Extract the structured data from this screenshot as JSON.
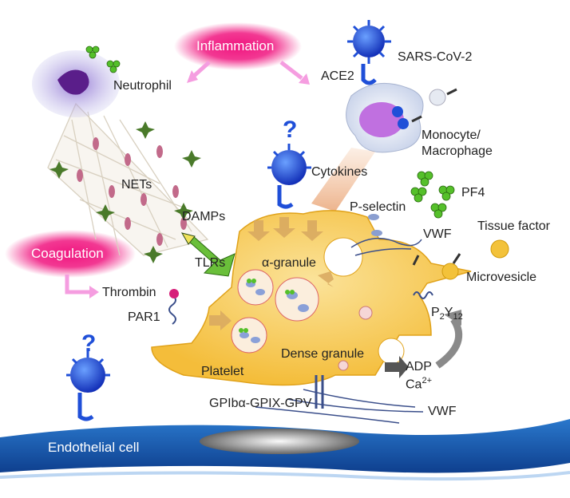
{
  "labels": {
    "inflammation": "Inflammation",
    "coagulation": "Coagulation",
    "sars_cov_2": "SARS-CoV-2",
    "ace2": "ACE2",
    "neutrophil": "Neutrophil",
    "monocyte_line1": "Monocyte/",
    "monocyte_line2": "Macrophage",
    "nets": "NETs",
    "cytokines": "Cytokines",
    "pf4": "PF4",
    "damps": "DAMPs",
    "p_selectin": "P-selectin",
    "vwf_top": "VWF",
    "tissue_factor": "Tissue factor",
    "tlrs": "TLRs",
    "alpha_granule": "α-granule",
    "microvesicle": "Microvesicle",
    "thrombin": "Thrombin",
    "par1": "PAR1",
    "p2y12_base": "P",
    "p2y12_sub1": "2",
    "p2y12_mid": "Y",
    "p2y12_sub2": "12",
    "dense_granule": "Dense granule",
    "adp": "ADP",
    "ca_base": "Ca",
    "ca_sup": "2+",
    "platelet": "Platelet",
    "gpib": "GPIbα-GPIX-GPV",
    "vwf_bottom": "VWF",
    "endothelial": "Endothelial cell",
    "question_mark": "?"
  },
  "colors": {
    "platelet_fill": "#f8c94a",
    "platelet_edge": "#e0a21a",
    "virus_blue": "#1f4fd8",
    "magenta_glow": "#f0157f",
    "arrow_pink": "#f59de0",
    "endothelial_blue": "#1a5fb4",
    "pf4_green": "#55c02a",
    "net_star": "#4a7a2a"
  }
}
